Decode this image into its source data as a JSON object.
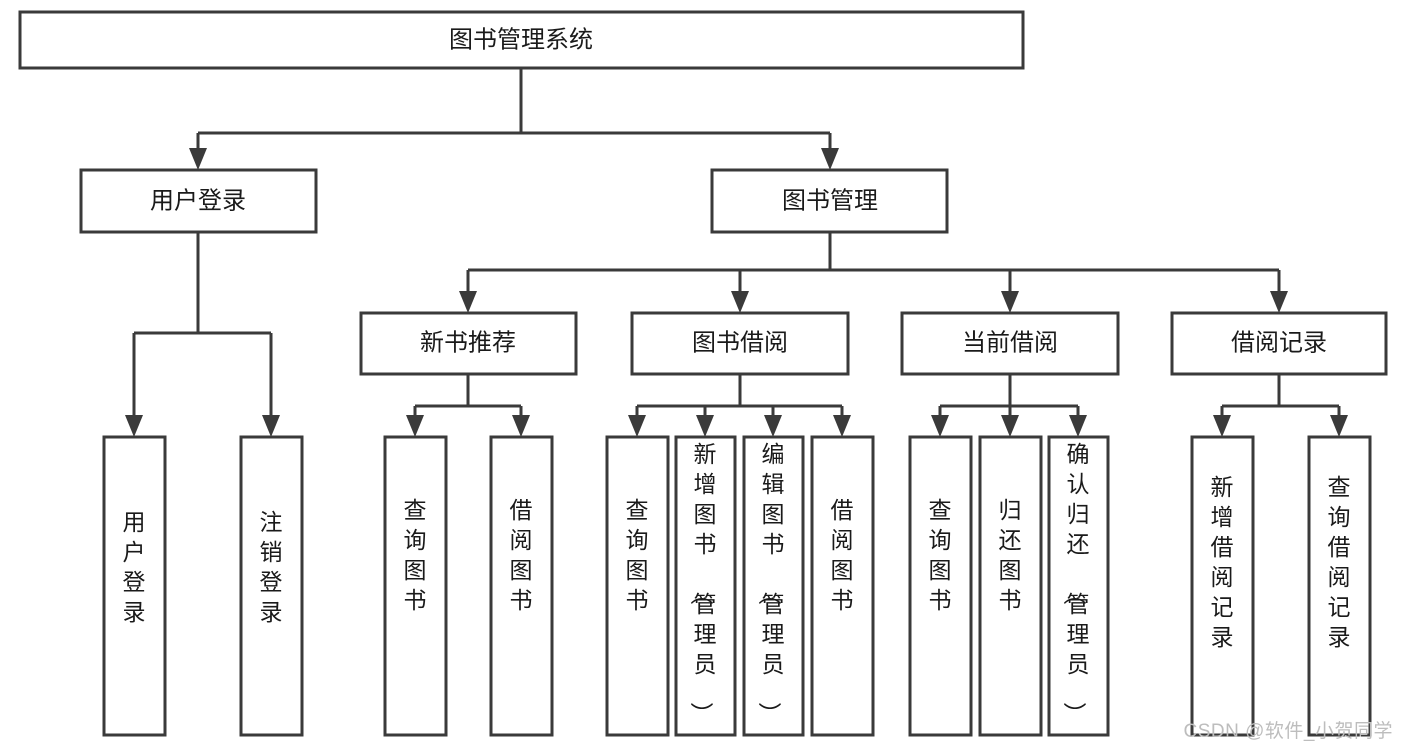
{
  "diagram": {
    "type": "tree-hierarchy",
    "title": "图书管理系统",
    "watermark": "CSDN @软件_小贺同学",
    "colors": {
      "stroke": "#3a3a3a",
      "fill": "#ffffff",
      "text": "#1a1a1a",
      "watermark": "#bdbdbd"
    },
    "levels": {
      "root": {
        "label": "图书管理系统"
      },
      "level2": [
        {
          "label": "用户登录"
        },
        {
          "label": "图书管理"
        }
      ],
      "level3": [
        {
          "label": "新书推荐"
        },
        {
          "label": "图书借阅"
        },
        {
          "label": "当前借阅"
        },
        {
          "label": "借阅记录"
        }
      ],
      "leaves": {
        "user_login": [
          {
            "label": "用户登录"
          },
          {
            "label": "注销登录"
          }
        ],
        "new_book_recommend": [
          {
            "label": "查询图书"
          },
          {
            "label": "借阅图书"
          }
        ],
        "book_borrow": [
          {
            "label": "查询图书"
          },
          {
            "label": "新增图书（管理员）"
          },
          {
            "label": "编辑图书（管理员）"
          },
          {
            "label": "借阅图书"
          }
        ],
        "current_borrow": [
          {
            "label": "查询图书"
          },
          {
            "label": "归还图书"
          },
          {
            "label": "确认归还（管理员）"
          }
        ],
        "borrow_record": [
          {
            "label": "新增借阅记录"
          },
          {
            "label": "查询借阅记录"
          }
        ]
      }
    }
  }
}
